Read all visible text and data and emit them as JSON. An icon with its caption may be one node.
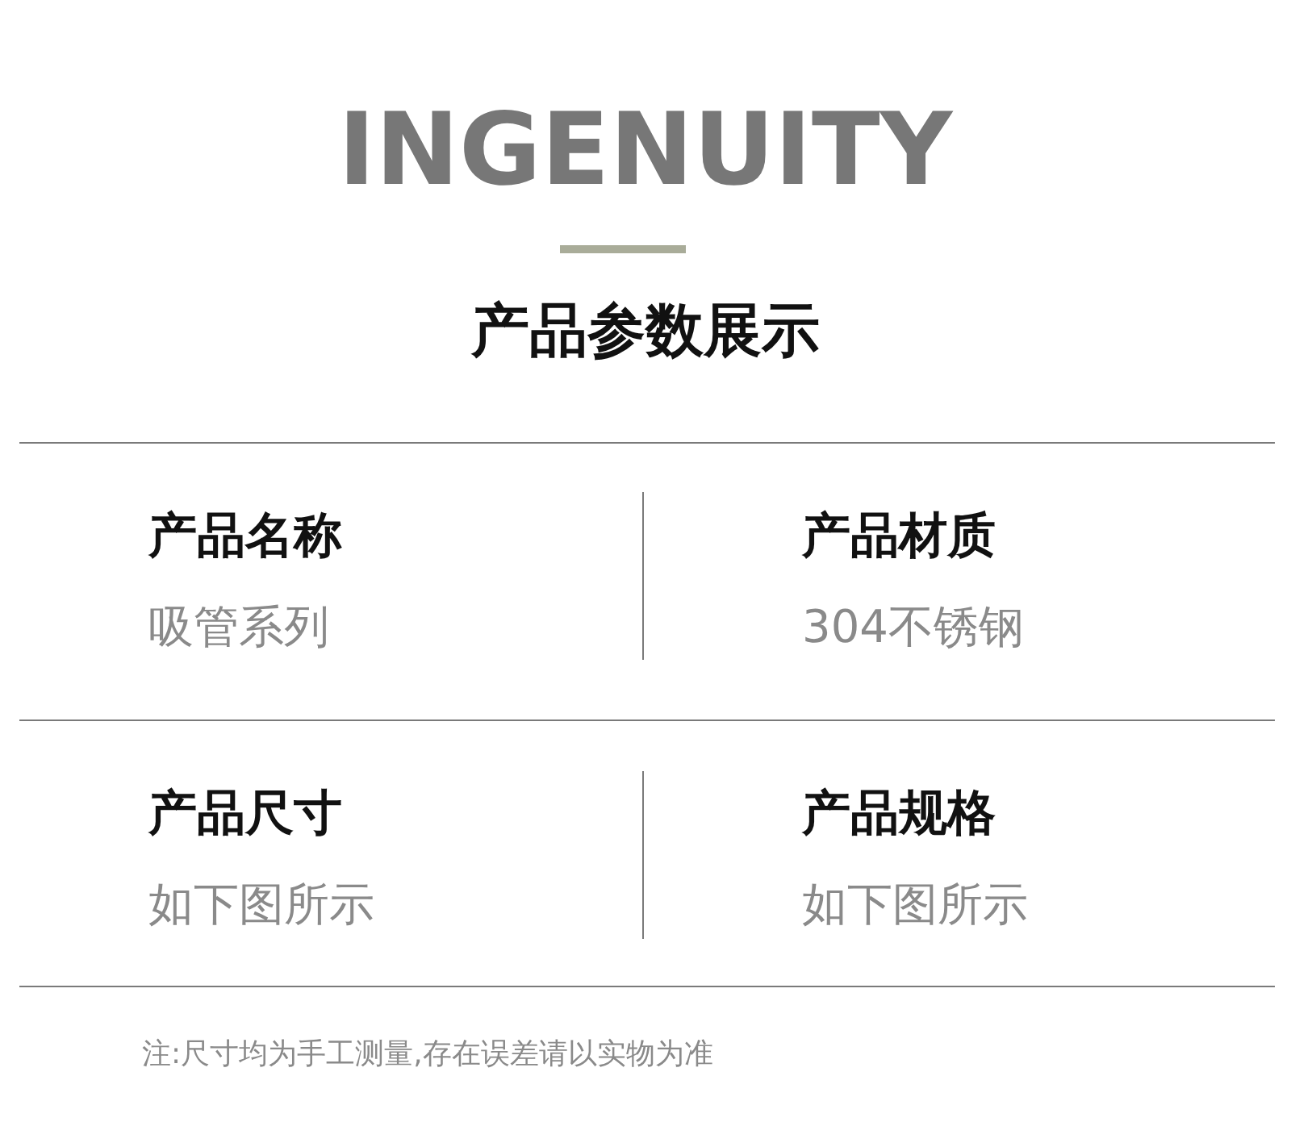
{
  "diagram": {
    "title": "INGENUITY",
    "labels": [
      "产品参数展示",
      "产品名称",
      "吸管系列",
      "产品材质",
      "304不锈钢",
      "产品尺寸",
      "如下图所示",
      "产品规格",
      "如下图所示"
    ],
    "caption": "注:尺寸均为手工测量,存在误差请以实物为准"
  }
}
